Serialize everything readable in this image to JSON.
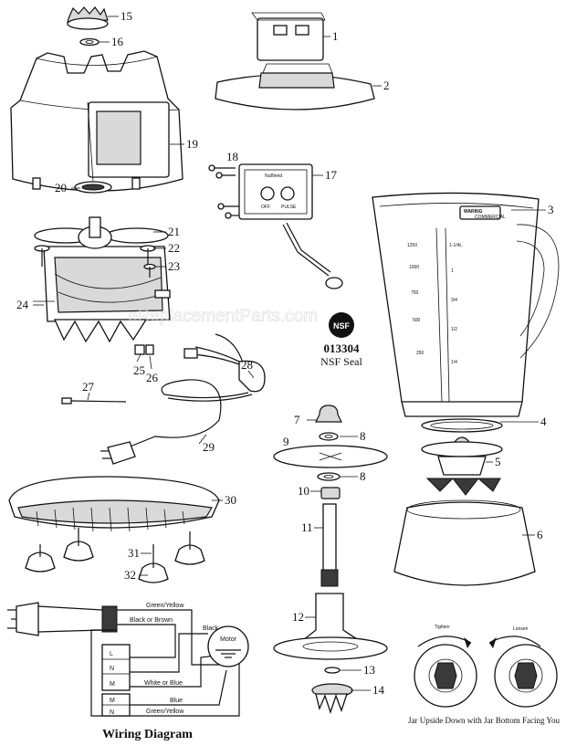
{
  "parts": [
    "1",
    "2",
    "3",
    "4",
    "5",
    "6",
    "7",
    "8",
    "8",
    "9",
    "10",
    "11",
    "12",
    "13",
    "14",
    "15",
    "16",
    "17",
    "18",
    "19",
    "20",
    "21",
    "22",
    "23",
    "24",
    "25",
    "26",
    "27",
    "28",
    "29",
    "30",
    "31",
    "32"
  ],
  "nsf": {
    "logo": "NSF",
    "number": "013304",
    "label": "NSF Seal"
  },
  "switch_label": "NuBlend",
  "switch_pos_left": "OFF",
  "switch_pos_right": "PULSE",
  "brand": "WARING",
  "brand_sub": "COMMERCIAL",
  "jar_scale_left": [
    "1250",
    "1000",
    "750",
    "500",
    "250"
  ],
  "jar_scale_right": [
    "1-1/4L",
    "1",
    "3/4",
    "1/2",
    "1/4"
  ],
  "wiring": {
    "title": "Wiring Diagram",
    "motor": "Motor",
    "green_yellow": "Green/Yellow",
    "black_or_brown": "Black or Brown",
    "black": "Black",
    "white_or_blue": "White or Blue",
    "blue": "Blue",
    "terminals_top": [
      "L",
      "N",
      "M"
    ],
    "terminals_bottom": [
      "M",
      "N"
    ]
  },
  "rotation": {
    "tighten": "Tighten",
    "loosen": "Loosen",
    "caption": "Jar Upside Down with Jar Bottom Facing You"
  },
  "watermark": "eReplacementParts.com"
}
